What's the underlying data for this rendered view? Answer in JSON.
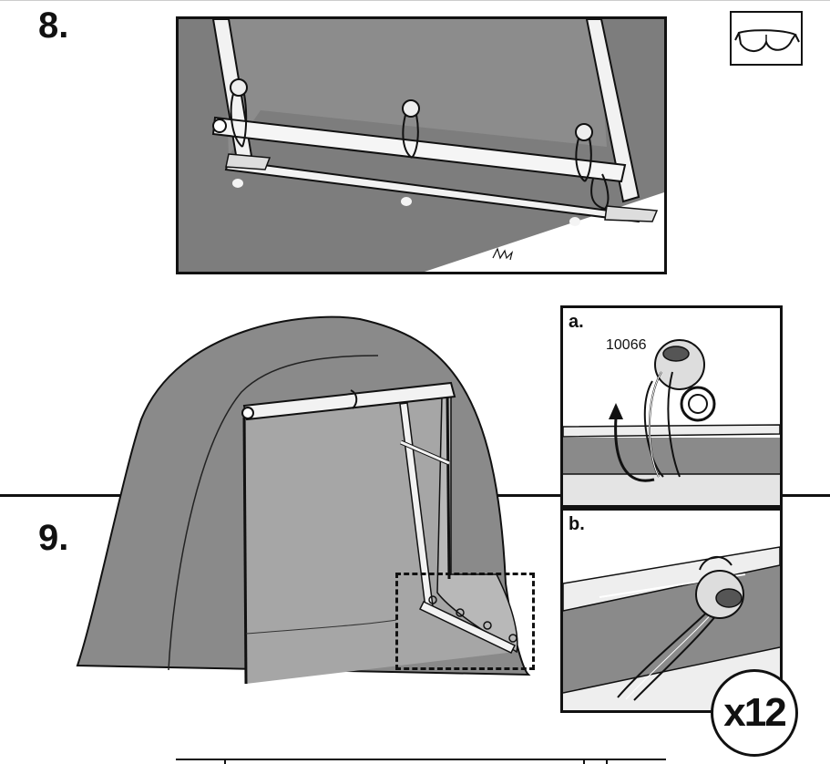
{
  "steps": {
    "step8": {
      "number": "8."
    },
    "step9": {
      "number": "9."
    }
  },
  "safety": {
    "icon": "safety-glasses-icon"
  },
  "detail_a": {
    "letter": "a.",
    "part_code": "10066"
  },
  "detail_b": {
    "letter": "b."
  },
  "quantity": {
    "label": "x12"
  },
  "colors": {
    "cover": "#8a8a8a",
    "frame": "#f2f2f2",
    "outline": "#111111",
    "ground": "#7d7d7d"
  }
}
